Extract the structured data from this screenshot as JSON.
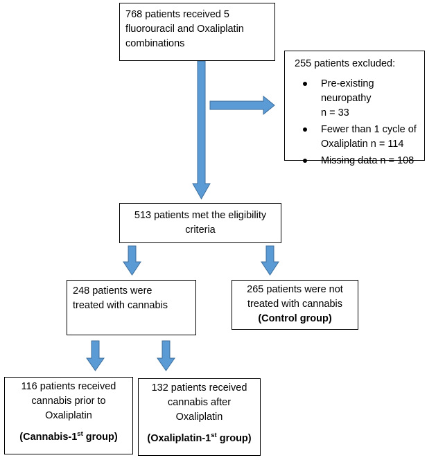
{
  "flowchart": {
    "top_box": {
      "lines": [
        "768 patients received 5",
        "fluorouracil and Oxaliplatin",
        "combinations"
      ]
    },
    "excluded_box": {
      "title": "255 patients excluded:",
      "items": [
        [
          "Pre-existing neuropathy",
          "n = 33"
        ],
        [
          "Fewer than 1 cycle of",
          "Oxaliplatin n = 114"
        ],
        [
          "Missing data n = 108"
        ]
      ]
    },
    "eligible_box": {
      "lines": [
        "513 patients met the eligibility",
        "criteria"
      ]
    },
    "cannabis_box": {
      "lines": [
        "248 patients were",
        "treated with cannabis"
      ]
    },
    "control_box": {
      "lines": [
        "265 patients were not",
        "treated with cannabis"
      ],
      "group_label": "(Control group)"
    },
    "prior_box": {
      "lines": [
        "116 patients received",
        "cannabis prior to",
        "Oxaliplatin"
      ],
      "group_label": {
        "prefix": "(Cannabis-1",
        "sup": "st",
        "suffix": " group)"
      }
    },
    "after_box": {
      "lines": [
        "132 patients received",
        "cannabis after",
        "Oxaliplatin"
      ],
      "group_label": {
        "prefix": "(Oxaliplatin-1",
        "sup": "st",
        "suffix": " group)"
      }
    },
    "arrow_color": "#5b9bd5",
    "arrow_outline_color": "#3d6e9c",
    "box_border_color": "#000000"
  }
}
